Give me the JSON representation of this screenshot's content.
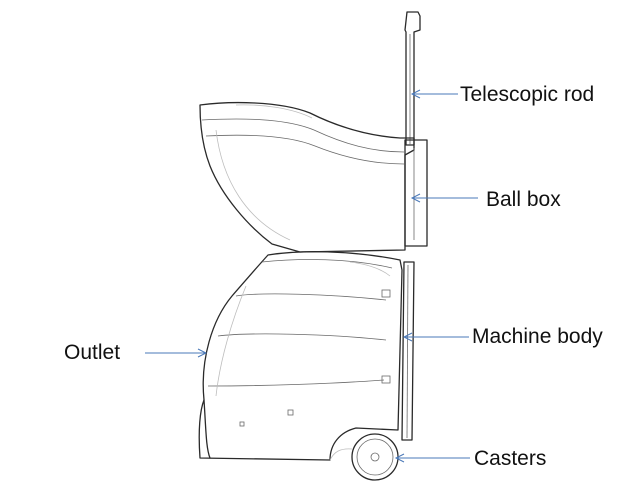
{
  "colors": {
    "leader": "#4a78b8",
    "ink": "#2a2a2a",
    "text": "#111111"
  },
  "labels": {
    "telescopic_rod": "Telescopic rod",
    "ball_box": "Ball box",
    "machine_body": "Machine body",
    "outlet": "Outlet",
    "casters": "Casters"
  }
}
